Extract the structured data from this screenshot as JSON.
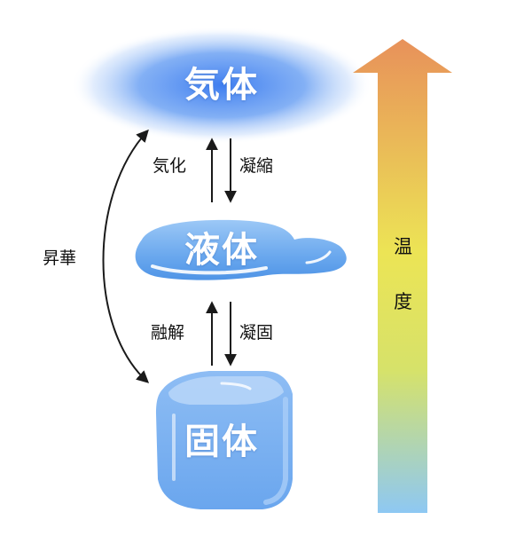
{
  "states": {
    "gas": "気体",
    "liquid": "液体",
    "solid": "固体"
  },
  "processes": {
    "vaporization": "気化",
    "condensation": "凝縮",
    "melting": "融解",
    "solidification": "凝固",
    "sublimation": "昇華"
  },
  "temperature": {
    "char1": "温",
    "char2": "度"
  },
  "colors": {
    "gas_glow": "#4a86f0",
    "liquid_fill": "#6aa8ee",
    "solid_fill": "#7ab2f2",
    "arrow": "#1a1a1a",
    "temp_top": "#e8915a",
    "temp_middle": "#ece455",
    "temp_bottom": "#8ec8f3"
  }
}
